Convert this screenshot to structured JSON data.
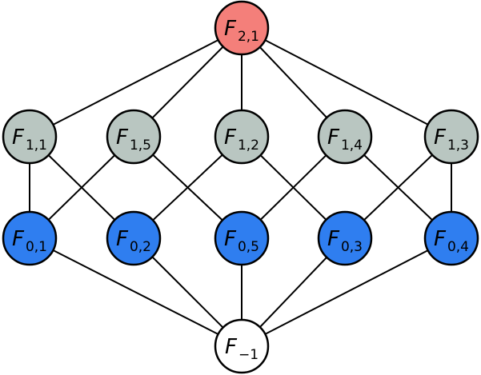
{
  "diagram": {
    "colors": {
      "top": "#f47f7a",
      "middle": "#b9c6c1",
      "bottom": "#2f7ef0",
      "base": "#ffffff"
    },
    "nodes": {
      "f21": {
        "main": "F",
        "sub": "2,1",
        "tier": "top"
      },
      "f11": {
        "main": "F",
        "sub": "1,1",
        "tier": "middle"
      },
      "f15": {
        "main": "F",
        "sub": "1,5",
        "tier": "middle"
      },
      "f12": {
        "main": "F",
        "sub": "1,2",
        "tier": "middle"
      },
      "f14": {
        "main": "F",
        "sub": "1,4",
        "tier": "middle"
      },
      "f13": {
        "main": "F",
        "sub": "1,3",
        "tier": "middle"
      },
      "f01": {
        "main": "F",
        "sub": "0,1",
        "tier": "bottom"
      },
      "f02": {
        "main": "F",
        "sub": "0,2",
        "tier": "bottom"
      },
      "f05": {
        "main": "F",
        "sub": "0,5",
        "tier": "bottom"
      },
      "f03": {
        "main": "F",
        "sub": "0,3",
        "tier": "bottom"
      },
      "f04": {
        "main": "F",
        "sub": "0,4",
        "tier": "bottom"
      },
      "fm1": {
        "main": "F",
        "sub": "−1",
        "tier": "base"
      }
    },
    "edges": [
      [
        "f21",
        "f11"
      ],
      [
        "f21",
        "f15"
      ],
      [
        "f21",
        "f12"
      ],
      [
        "f21",
        "f14"
      ],
      [
        "f21",
        "f13"
      ],
      [
        "f11",
        "f01"
      ],
      [
        "f11",
        "f02"
      ],
      [
        "f15",
        "f01"
      ],
      [
        "f15",
        "f05"
      ],
      [
        "f12",
        "f02"
      ],
      [
        "f12",
        "f03"
      ],
      [
        "f14",
        "f05"
      ],
      [
        "f14",
        "f04"
      ],
      [
        "f13",
        "f03"
      ],
      [
        "f13",
        "f04"
      ],
      [
        "f01",
        "fm1"
      ],
      [
        "f02",
        "fm1"
      ],
      [
        "f05",
        "fm1"
      ],
      [
        "f03",
        "fm1"
      ],
      [
        "f04",
        "fm1"
      ]
    ]
  }
}
